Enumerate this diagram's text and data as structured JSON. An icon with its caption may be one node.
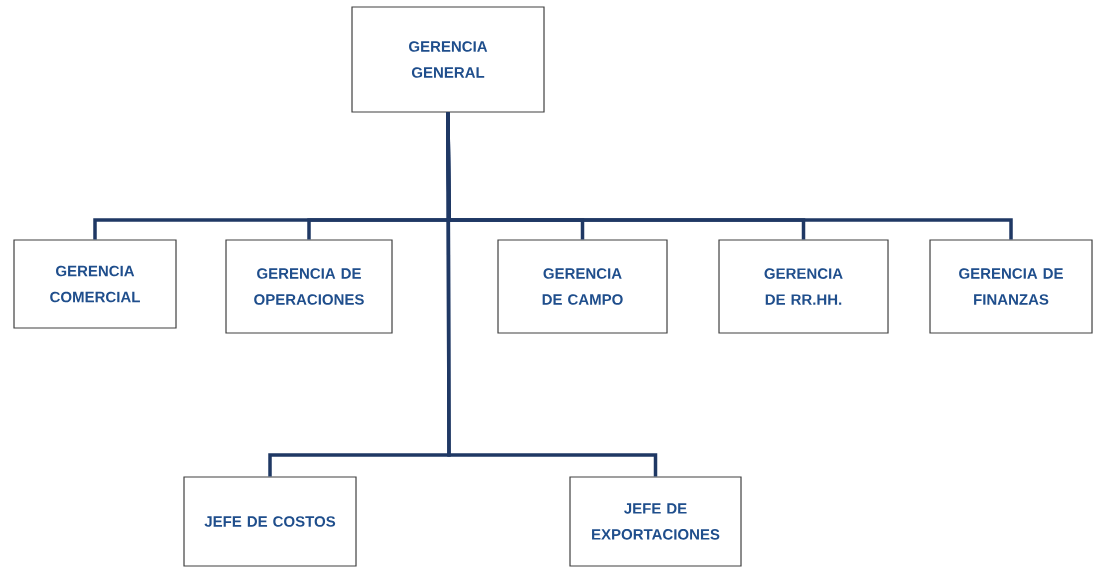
{
  "diagram": {
    "nodes": [
      {
        "text": [
          "GERENCIA GENERAL"
        ]
      },
      {
        "text": [
          "GERENCIA COMERCIAL"
        ]
      },
      {
        "text": [
          "GERENCIA DE OPERACIONES"
        ]
      },
      {
        "text": [
          "GERENCIA DE CAMPO"
        ]
      },
      {
        "text": [
          "GERENCIA DE RR.HH."
        ]
      },
      {
        "text": [
          "GERENCIA DE FINANZAS"
        ]
      },
      {
        "text": [
          "JEFE DE COSTOS"
        ]
      },
      {
        "text": [
          "JEFE DE EXPORTACIONES"
        ]
      }
    ],
    "edges": [
      {
        "from": 0,
        "to": 1,
        "arrow": "none"
      },
      {
        "from": 0,
        "to": 2,
        "arrow": "none"
      },
      {
        "from": 0,
        "to": 3,
        "arrow": "none"
      },
      {
        "from": 0,
        "to": 4,
        "arrow": "none"
      },
      {
        "from": 0,
        "to": 5,
        "arrow": "none"
      },
      {
        "from": 0,
        "to": 6,
        "arrow": "none"
      },
      {
        "from": 0,
        "to": 7,
        "arrow": "none"
      }
    ]
  }
}
